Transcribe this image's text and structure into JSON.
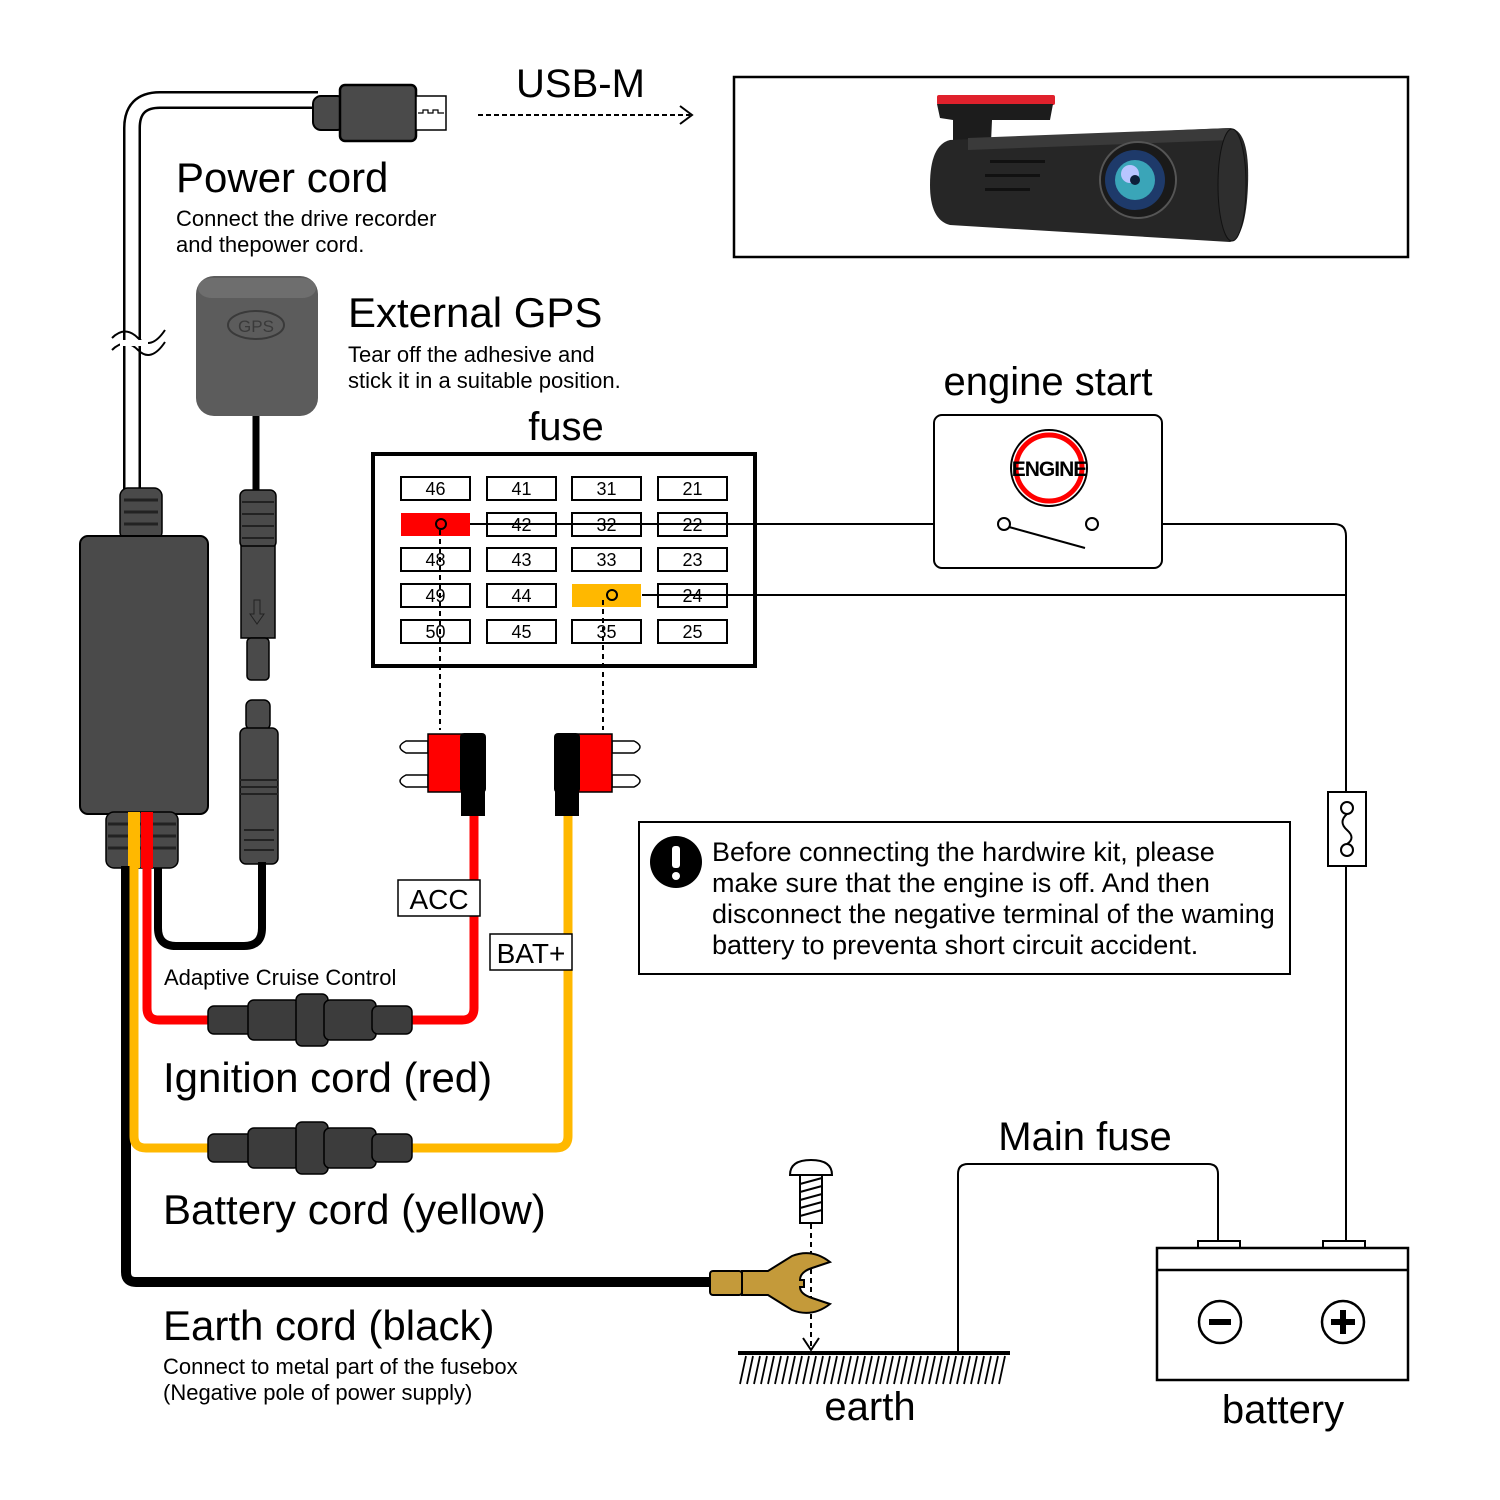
{
  "usb": {
    "label": "USB-M"
  },
  "power_cord": {
    "title": "Power cord",
    "desc_line1": "Connect the drive recorder",
    "desc_line2": "and thepower cord."
  },
  "gps": {
    "title": "External GPS",
    "badge": "GPS",
    "desc_line1": "Tear off the adhesive and",
    "desc_line2": "stick it in a suitable position."
  },
  "fuse_box": {
    "title": "fuse",
    "rows": [
      [
        "46",
        "41",
        "31",
        "21"
      ],
      [
        "",
        "42",
        "32",
        "22"
      ],
      [
        "48",
        "43",
        "33",
        "23"
      ],
      [
        "49",
        "44",
        "",
        "24"
      ],
      [
        "50",
        "45",
        "35",
        "25"
      ]
    ],
    "highlight_acc_color": "#FF0000",
    "highlight_bat_color": "#FFB800"
  },
  "engine": {
    "title": "engine start",
    "button_label": "ENGINE"
  },
  "warning": {
    "line1": "Before connecting the hardwire kit, please",
    "line2": "make sure that the engine is off. And then",
    "line3": "disconnect the negative terminal of the waming",
    "line4": "battery to preventa short circuit accident."
  },
  "tap_labels": {
    "acc": "ACC",
    "bat": "BAT+"
  },
  "cords": {
    "acc_note": "Adaptive Cruise Control",
    "ignition": "Ignition cord (red)",
    "battery": "Battery cord (yellow)",
    "earth": "Earth cord (black)",
    "earth_desc1": "Connect to metal part of the fusebox",
    "earth_desc2": "(Negative pole of power supply)"
  },
  "main_fuse": {
    "label": "Main fuse"
  },
  "earth": {
    "label": "earth"
  },
  "battery": {
    "label": "battery",
    "neg": "−",
    "pos": "+"
  },
  "colors": {
    "red_wire": "#FF0000",
    "yellow_wire": "#FFB800",
    "black_wire": "#000000",
    "device_gray": "#4A4A4A",
    "terminal_brass": "#C49A3A"
  }
}
